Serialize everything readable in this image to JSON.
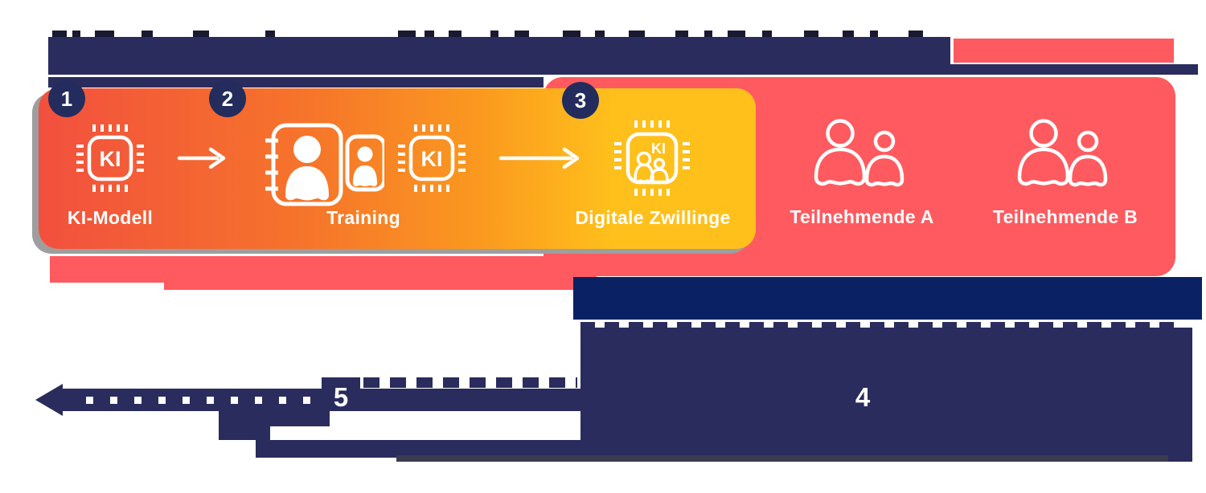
{
  "steps": [
    {
      "number": "1",
      "label": "KI-Modell"
    },
    {
      "number": "2",
      "label": "Training"
    },
    {
      "number": "3",
      "label": "Digitale Zwillinge"
    }
  ],
  "participants": [
    {
      "label": "Teilnehmende A"
    },
    {
      "label": "Teilnehmende B"
    }
  ],
  "chip_label": "KI",
  "flow_numbers": {
    "four": "4",
    "five": "5"
  },
  "colors": {
    "navy": "#2A2C5E",
    "dark-navy": "#0A2164",
    "circle": "#232C5C",
    "coral": "#FF5A5F",
    "orange1": "#F2503E",
    "orange2": "#F6752A",
    "orange3": "#FB9A1F",
    "yellow": "#FFC01B",
    "shadow": "#9E9E9E",
    "nub": "#191931",
    "strip": "#3A3B50",
    "white": "#FFFFFF"
  }
}
